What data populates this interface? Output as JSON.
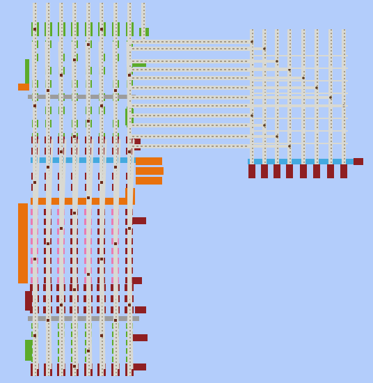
{
  "colors": {
    "background": "#b3cdfb",
    "wire": "#d9d9d2",
    "wire_dark": "#6e5a3a",
    "green": "#5cab2a",
    "red": "#8f1f22",
    "blue": "#43a9df",
    "orange": "#e8710d",
    "pink": "#e97cb3",
    "grey": "#9c9c9c"
  },
  "diagram": {
    "description_visible_text": "",
    "left_columns": 8,
    "right_columns": 8,
    "horizontal_links": 12
  }
}
